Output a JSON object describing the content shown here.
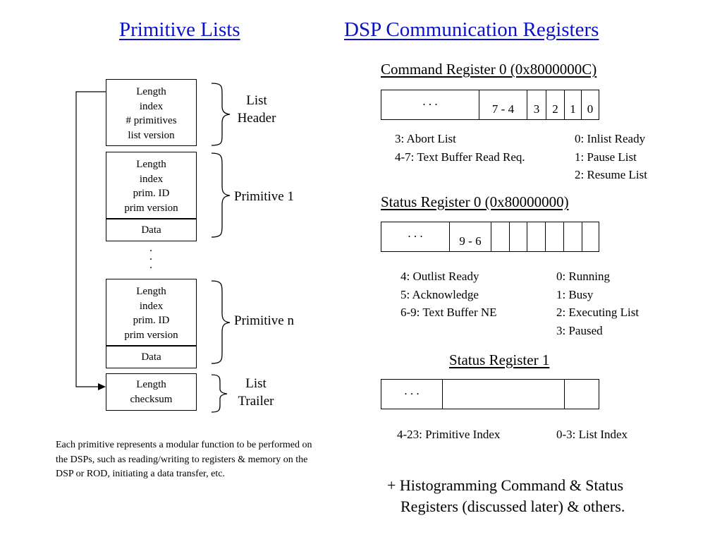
{
  "titles": {
    "left": "Primitive Lists",
    "right": "DSP Communication Registers"
  },
  "primitive_list": {
    "header_box": [
      "Length",
      "index",
      "# primitives",
      "list version"
    ],
    "prim1_box": [
      "Length",
      "index",
      "prim. ID",
      "prim version"
    ],
    "prim1_data": "Data",
    "primn_box": [
      "Length",
      "index",
      "prim. ID",
      "prim version"
    ],
    "primn_data": "Data",
    "trailer_box": [
      "Length",
      "checksum"
    ],
    "labels": {
      "header": [
        "List",
        "Header"
      ],
      "prim1": [
        "Primitive 1"
      ],
      "primn": [
        "Primitive n"
      ],
      "trailer": [
        "List",
        "Trailer"
      ]
    },
    "ellipsis_dots": [
      ".",
      ".",
      "."
    ]
  },
  "note": "Each primitive represents a modular function to be performed on the DSPs, such as reading/writing to registers & memory on the DSP or ROD, initiating a data transfer, etc.",
  "registers": {
    "command0": {
      "heading": "Command Register 0 (0x8000000C)",
      "cells": [
        ". . .",
        "7 - 4",
        "3",
        "2",
        "1",
        "0"
      ],
      "legend_left": [
        "3: Abort List",
        "4-7: Text Buffer Read Req."
      ],
      "legend_right": [
        "0: Inlist Ready",
        "1: Pause List",
        "2: Resume List"
      ]
    },
    "status0": {
      "heading": "Status Register 0  (0x80000000)",
      "cells": [
        ". . .",
        "9 - 6",
        "",
        "",
        "",
        "",
        "",
        ""
      ],
      "legend_left": [
        "4: Outlist Ready",
        "5: Acknowledge",
        "6-9: Text Buffer NE"
      ],
      "legend_right": [
        "0: Running",
        "1: Busy",
        "2: Executing List",
        "3: Paused"
      ]
    },
    "status1": {
      "heading": "Status Register 1",
      "cells": [
        ". . .",
        "",
        ""
      ],
      "legend_left": [
        "4-23: Primitive Index"
      ],
      "legend_right": [
        "0-3: List Index"
      ]
    }
  },
  "footer": [
    "+ Histogramming Command & Status",
    "Registers (discussed later) & others."
  ]
}
